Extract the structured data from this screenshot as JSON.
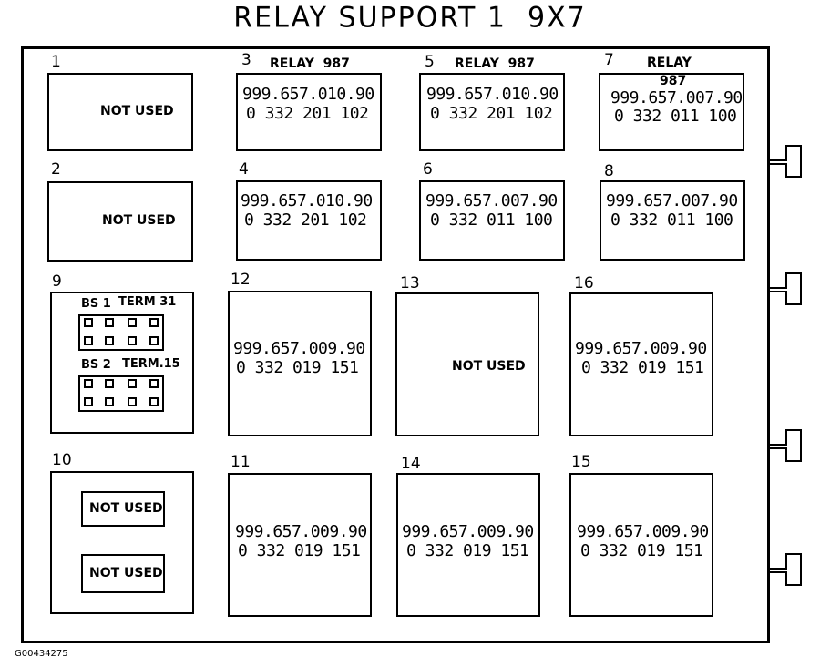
{
  "title": "RELAY SUPPORT 1  9X7",
  "figure_id": "G00434275",
  "slots": {
    "s1": {
      "num": "1",
      "line1": "NOT USED"
    },
    "s2": {
      "num": "2",
      "line1": "NOT USED"
    },
    "s3": {
      "num": "3",
      "header": "RELAY  987",
      "line1": "999.657.010.90",
      "line2": "0 332 201 102"
    },
    "s4": {
      "num": "4",
      "line1": "999.657.010.90",
      "line2": "0 332 201 102"
    },
    "s5": {
      "num": "5",
      "header": "RELAY  987",
      "line1": "999.657.010.90",
      "line2": "0 332 201 102"
    },
    "s6": {
      "num": "6",
      "line1": "999.657.007.90",
      "line2": "0 332 011 100"
    },
    "s7": {
      "num": "7",
      "header_a": "RELAY",
      "header_b": "987",
      "line1": "999.657.007.90",
      "line2": "0 332 011 100"
    },
    "s8": {
      "num": "8",
      "line1": "999.657.007.90",
      "line2": "0 332 011 100"
    },
    "s9": {
      "num": "9",
      "label_a": "BS 1",
      "label_a2": "TERM 31",
      "label_b": "BS 2",
      "label_b2": "TERM.15"
    },
    "s10": {
      "num": "10",
      "line1": "NOT USED",
      "line2": "NOT USED"
    },
    "s11": {
      "num": "11",
      "line1": "999.657.009.90",
      "line2": "0 332 019 151"
    },
    "s12": {
      "num": "12",
      "line1": "999.657.009.90",
      "line2": "0 332 019 151"
    },
    "s13": {
      "num": "13",
      "line1": "NOT USED"
    },
    "s14": {
      "num": "14",
      "line1": "999.657.009.90",
      "line2": "0 332 019 151"
    },
    "s15": {
      "num": "15",
      "line1": "999.657.009.90",
      "line2": "0 332 019 151"
    },
    "s16": {
      "num": "16",
      "line1": "999.657.009.90",
      "line2": "0 332 019 151"
    }
  }
}
